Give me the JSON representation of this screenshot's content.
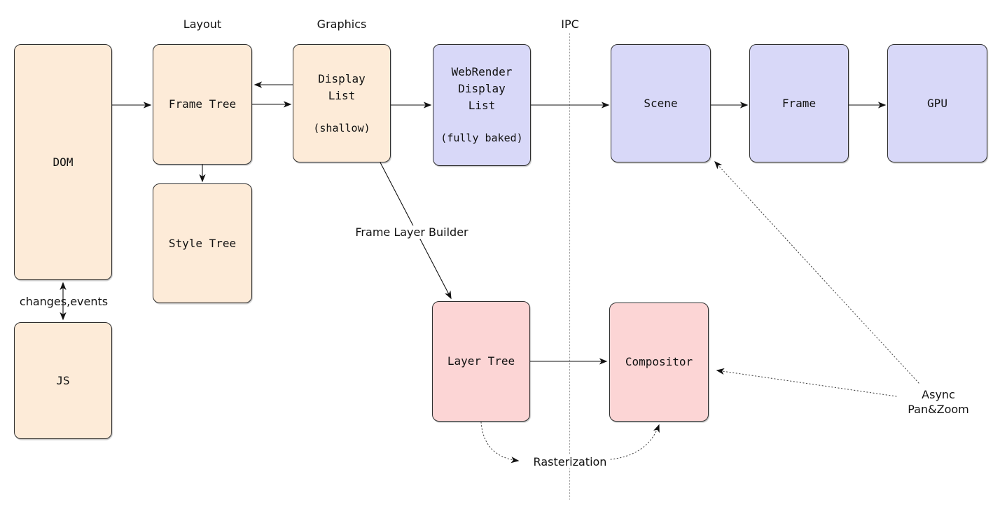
{
  "diagram": {
    "section_labels": {
      "layout": "Layout",
      "graphics": "Graphics",
      "ipc": "IPC"
    },
    "boxes": {
      "dom": {
        "label": "DOM"
      },
      "frame_tree": {
        "label": "Frame Tree"
      },
      "style_tree": {
        "label": "Style Tree"
      },
      "display_list": {
        "line1": "Display",
        "line2": "List",
        "note": "(shallow)"
      },
      "webrender_display_list": {
        "line1": "WebRender",
        "line2": "Display",
        "line3": "List",
        "note": "(fully baked)"
      },
      "scene": {
        "label": "Scene"
      },
      "frame": {
        "label": "Frame"
      },
      "gpu": {
        "label": "GPU"
      },
      "js": {
        "label": "JS"
      },
      "layer_tree": {
        "label": "Layer Tree"
      },
      "compositor": {
        "label": "Compositor"
      }
    },
    "edge_labels": {
      "changes_events": "changes,events",
      "frame_layer_builder": "Frame Layer Builder",
      "rasterization": "Rasterization",
      "async_line1": "Async",
      "async_line2": "Pan&Zoom"
    },
    "colors": {
      "box_peach": "#FDEBD8",
      "box_purple": "#D8D8F8",
      "box_pink": "#FCD5D5",
      "box_border": "#2e2e2e",
      "arrow": "#111111",
      "ipc_line": "#999999"
    }
  }
}
